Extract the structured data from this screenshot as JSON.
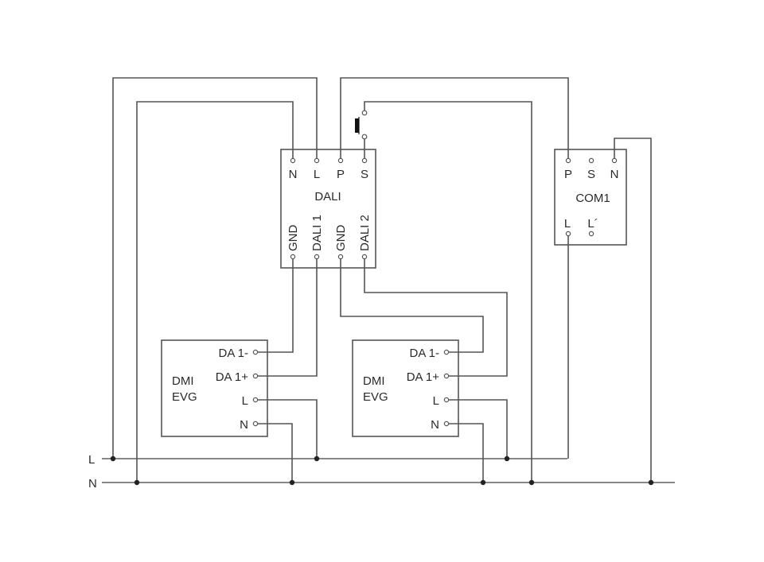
{
  "diagram": {
    "type": "wiring-schematic",
    "bus": {
      "line_label": "L",
      "neutral_label": "N"
    },
    "dali_controller": {
      "title": "DALI",
      "top_terminals": [
        "N",
        "L",
        "P",
        "S"
      ],
      "bottom_terminals": [
        "GND",
        "DALI 1",
        "GND",
        "DALI 2"
      ]
    },
    "com_module": {
      "title": "COM1",
      "top_terminals": [
        "P",
        "S",
        "N"
      ],
      "bottom_terminals": [
        "L",
        "L´"
      ]
    },
    "ballasts": [
      {
        "title_line1": "DMI",
        "title_line2": "EVG",
        "terminals": [
          "DA 1-",
          "DA 1+",
          "L",
          "N"
        ]
      },
      {
        "title_line1": "DMI",
        "title_line2": "EVG",
        "terminals": [
          "DA 1-",
          "DA 1+",
          "L",
          "N"
        ]
      }
    ],
    "pushbutton": {
      "symbol": "pushbutton-switch-icon"
    },
    "colors": {
      "wire": "#555555",
      "junction": "#222222",
      "text": "#2a2a2a",
      "background": "#ffffff"
    }
  }
}
